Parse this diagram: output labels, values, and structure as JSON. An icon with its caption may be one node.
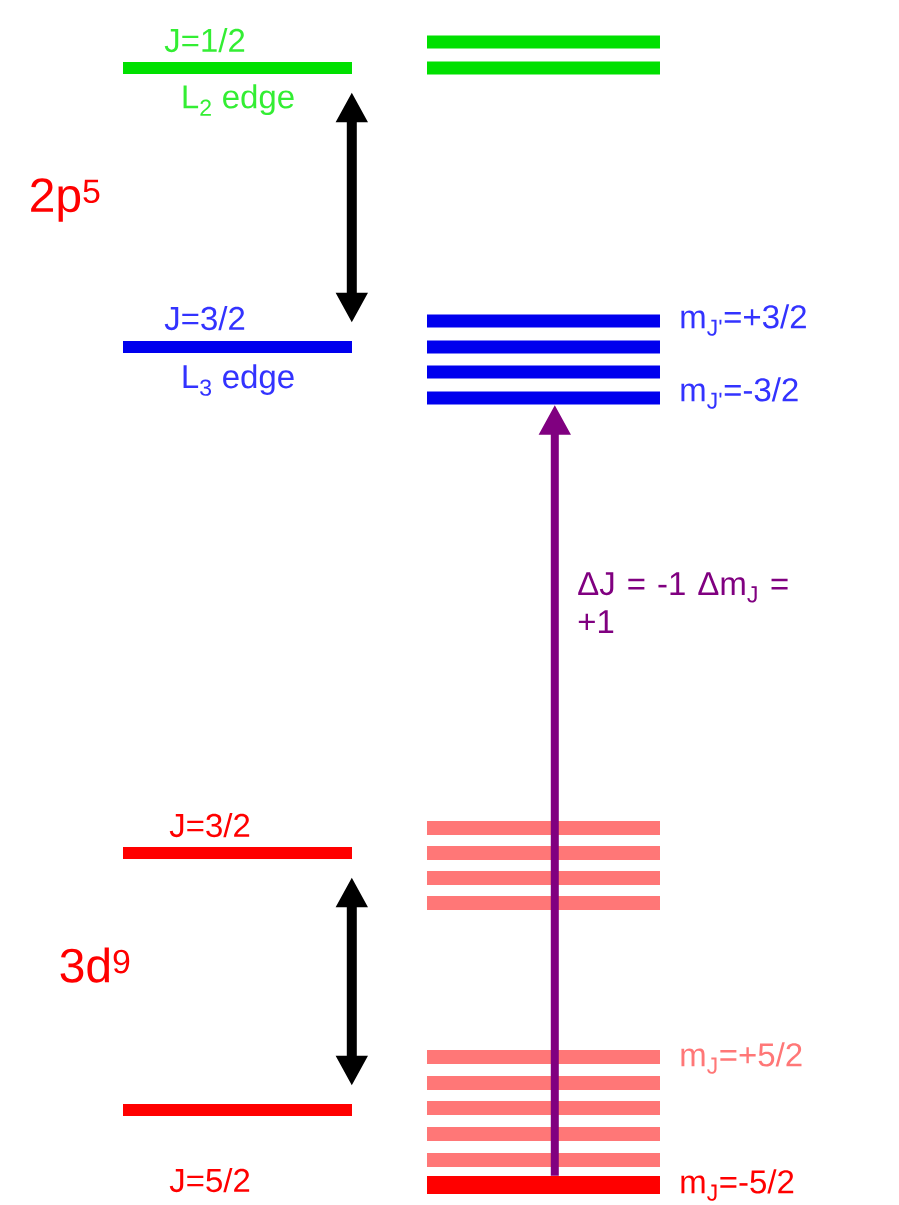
{
  "diagram": {
    "nodes": [
      {
        "text": [
          "J=1/2",
          "L$_{2}$ edge"
        ]
      },
      {
        "text": [],
        "shape": "bar"
      },
      {
        "text": [],
        "shape": "bar"
      },
      {
        "text": [
          "J=3/2",
          "L$_{3}$ edge"
        ]
      },
      {
        "text": [],
        "shape": "bar",
        "beside": [
          "m$_{J'}$=+3/2"
        ]
      },
      {
        "text": [],
        "shape": "bar"
      },
      {
        "text": [],
        "shape": "bar"
      },
      {
        "text": [],
        "shape": "bar",
        "beside": [
          "m$_{J'}$=-3/2"
        ]
      },
      {
        "text": [
          "J=3/2"
        ]
      },
      {
        "text": [],
        "shape": "bar"
      },
      {
        "text": [],
        "shape": "bar"
      },
      {
        "text": [],
        "shape": "bar"
      },
      {
        "text": [],
        "shape": "bar"
      },
      {
        "text": [
          "J=5/2"
        ]
      },
      {
        "text": [],
        "shape": "bar",
        "beside": [
          "m$_{J}$=+5/2"
        ]
      },
      {
        "text": [],
        "shape": "bar"
      },
      {
        "text": [],
        "shape": "bar"
      },
      {
        "text": [],
        "shape": "bar"
      },
      {
        "text": [],
        "shape": "bar"
      },
      {
        "text": [],
        "shape": "bar",
        "beside": [
          "m$_{J}$=-5/2"
        ]
      }
    ],
    "edges": [
      {
        "from": 19,
        "to": 7,
        "arrow": "to",
        "color": "#800080",
        "label": "ΔJ = -1 Δm$_{J}$ = +1"
      },
      {
        "from": 0,
        "to": 3,
        "arrow": "both"
      },
      {
        "from": 8,
        "to": 13,
        "arrow": "both"
      }
    ],
    "labels": [
      "2p$^{5}$",
      "3d$^{9}$"
    ]
  }
}
